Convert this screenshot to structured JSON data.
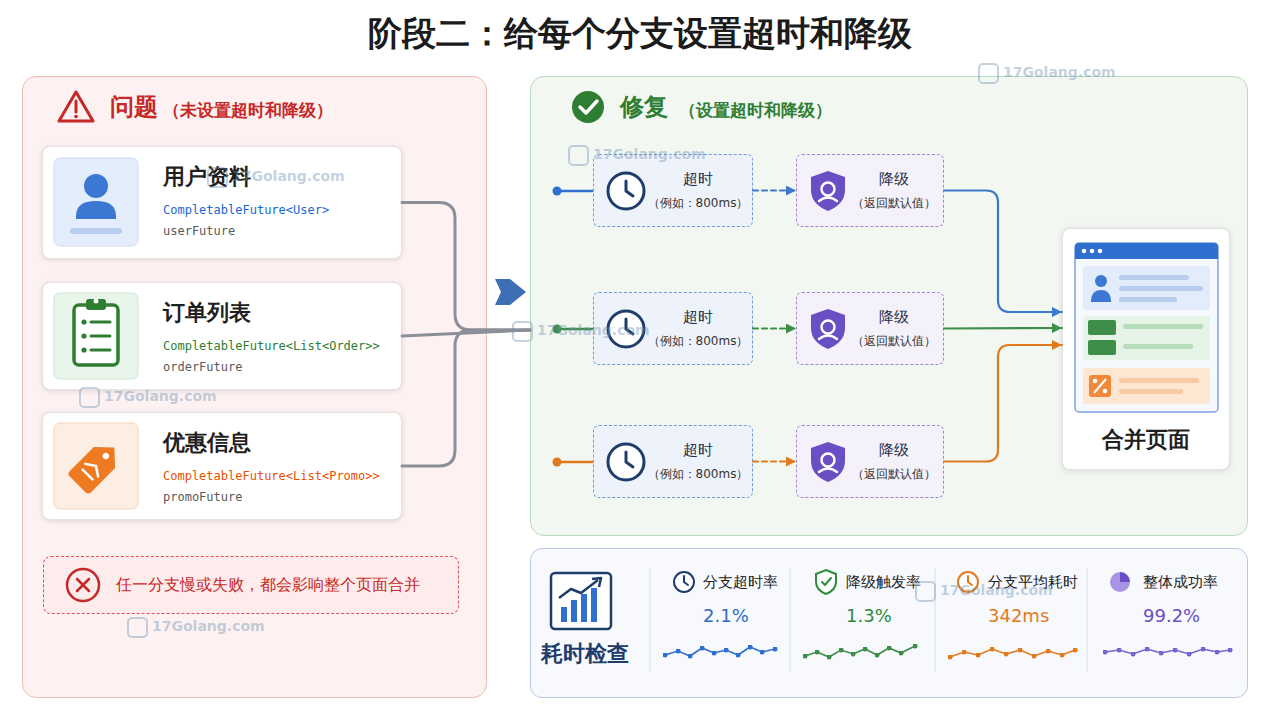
{
  "diagram": {
    "title": "阶段二：给每个分支设置超时和降级",
    "nodes": [
      {
        "text": [
          "问题",
          "（未设置超时和降级）"
        ]
      },
      {
        "text": [
          "用户资料",
          "CompletableFuture<User>",
          "userFuture"
        ],
        "in": 0
      },
      {
        "text": [
          "订单列表",
          "CompletableFuture<List<Order>>",
          "orderFuture"
        ],
        "in": 0
      },
      {
        "text": [
          "优惠信息",
          "CompletableFuture<List<Promo>>",
          "promoFuture"
        ],
        "in": 0
      },
      {
        "text": [
          "任一分支慢或失败，都会影响整个页面合并"
        ],
        "in": 0
      },
      {
        "text": [
          "修复",
          "（设置超时和降级）"
        ]
      },
      {
        "text": [
          "超时",
          "（例如：800ms）"
        ],
        "in": 5
      },
      {
        "text": [
          "降级",
          "（返回默认值）"
        ],
        "in": 5
      },
      {
        "text": [
          "超时",
          "（例如：800ms）"
        ],
        "in": 5
      },
      {
        "text": [
          "降级",
          "（返回默认值）"
        ],
        "in": 5
      },
      {
        "text": [
          "超时",
          "（例如：800ms）"
        ],
        "in": 5
      },
      {
        "text": [
          "降级",
          "（返回默认值）"
        ],
        "in": 5
      },
      {
        "text": [
          "合并页面"
        ],
        "in": 5
      },
      {
        "text": [
          "耗时检查"
        ]
      },
      {
        "text": [
          "分支超时率",
          "2.1%"
        ],
        "in": 13
      },
      {
        "text": [
          "降级触发率",
          "1.3%"
        ],
        "in": 13
      },
      {
        "text": [
          "分支平均耗时",
          "342ms"
        ],
        "in": 13
      },
      {
        "text": [
          "整体成功率",
          "99.2%"
        ],
        "in": 13
      }
    ],
    "edges": [
      {
        "from": 1,
        "to": 5,
        "arrow": "none"
      },
      {
        "from": 2,
        "to": 5,
        "arrow": "none"
      },
      {
        "from": 3,
        "to": 5,
        "arrow": "none"
      },
      {
        "from": 6,
        "to": 7,
        "arrow": "to"
      },
      {
        "from": 8,
        "to": 9,
        "arrow": "to"
      },
      {
        "from": 10,
        "to": 11,
        "arrow": "to"
      },
      {
        "from": 7,
        "to": 12,
        "arrow": "to"
      },
      {
        "from": 9,
        "to": 12,
        "arrow": "to"
      },
      {
        "from": 11,
        "to": 12,
        "arrow": "to"
      }
    ],
    "labels": [
      "17Golang.com",
      "17Golang.com",
      "17Golang.com",
      "17Golang.com",
      "17Golang.com",
      "17Golang.com",
      "17Golang.com"
    ]
  }
}
